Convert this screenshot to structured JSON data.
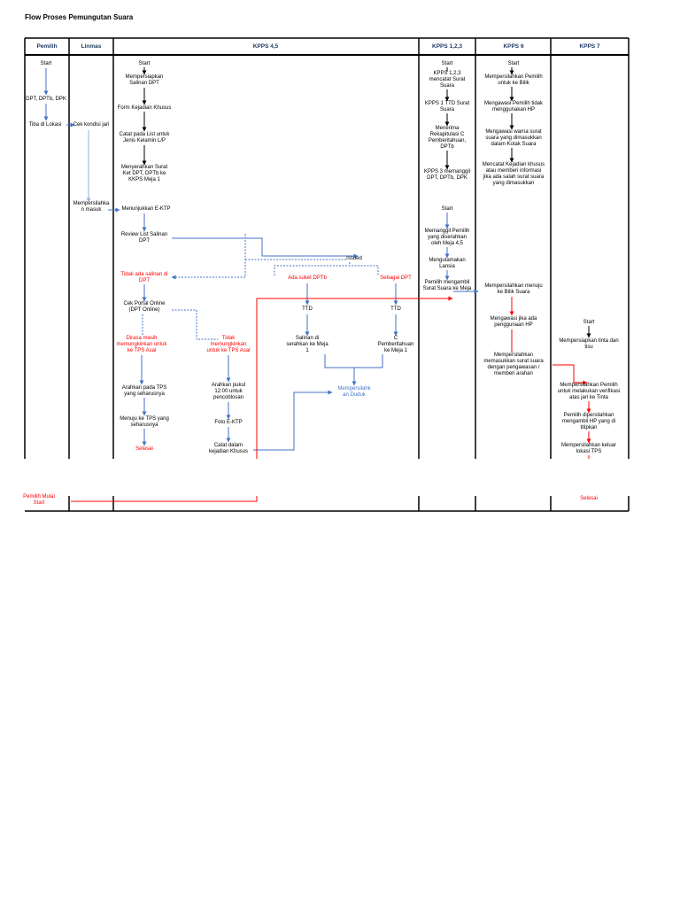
{
  "title": "Flow Proses Pemungutan Suara",
  "lanes": {
    "pemilih": "Pemilih",
    "linmas": "Linmas",
    "kpps45": "KPPS 4,5",
    "kpps123": "KPPS 1,2,3",
    "kpps6": "KPPS 6",
    "kpps7": "KPPS 7"
  },
  "colors": {
    "header_text": "#1f3864",
    "flow_blue": "#4472c4",
    "flow_light_blue": "#8eb4e3",
    "flow_red": "#ff0000",
    "grid": "#000000"
  },
  "pemilih": {
    "start": "Start",
    "dpt": "DPT, DPTb, DPK",
    "tiba": "Tiba di Lokasi",
    "mulai": "Pemilih Mulai\nStart"
  },
  "linmas": {
    "cek_jari": "Cek kondisi jari",
    "masuk": "Mempersilahka\nn masuk"
  },
  "kpps45": {
    "start": "Start",
    "siapkan_salinan": "Mempersiapkan\nSalinan DPT",
    "form_khusus": "Form Kejadian Khusus",
    "catat_list": "Catat pada List untuk\nJenis Kelamin L/P",
    "serahkan_surat": "Menyerahkan Surat\nKet DPT, DPTb ke\nKKPS Meja 1",
    "tunjukkan_ektp": "Menunjukkan E-KTP",
    "review_list": "Review List Salinan\nDPT",
    "issued": "Issued",
    "tidak_ada_salinan": "Tidak ada salinan di\nDPT",
    "ada_suket": "Ada suket DPTb",
    "sebagai_dpt": "Sebagai DPT",
    "cek_portal": "Cek Portal Online\n(DPT Online)",
    "ttd_suket": "TTD",
    "ttd_dpt": "TTD",
    "masih_memungkinkan": "Dirasa masih\nmemungkinkan untuk\nke TPS Asal",
    "tidak_memungkinkan": "Tidak\nmemungkinkan\nuntuk ke TPS Asal",
    "salinan_meja1": "Salinan di\nserahkan ke Meja\n1",
    "c_pemberitahuan": "C\nPemberitahuan\nke Meja 1",
    "duduk": "Mempersilahk\nan Duduk",
    "arahkan_tps": "Arahkan pada TPS\nyang seharusnya",
    "arahkan_pukul": "Arahkan pukul\n12:00 untuk\npencoblosan",
    "menuju_tps": "Menuju ke TPS yang\nseharusnya",
    "foto_ektp": "Foto E-KTP",
    "selesai": "Selesai",
    "catat_khusus": "Catat dalam\nkejadian Khusus"
  },
  "kpps123": {
    "start": "Start",
    "catat_surat": "KPPS 1,2,3\nmencatat Surat\nSuara",
    "ttd_surat": "KPPS 1 TTD Surat\nSuara",
    "rekap": "Menerima\nRekapitulasi C\nPemberitahuan,\nDPTb",
    "panggil_dpt": "KPPS 3 memanggil\nDPT, DPTb, DPK",
    "start2": "Start",
    "panggil_pemilih": "Memanggil Pemilih\nyang diserahkan\noleh Meja 4,5",
    "lansia": "Mengutamakan\nLansia",
    "ambil_surat": "Pemilih mengambil\nSurat Suara ke Meja"
  },
  "kpps6": {
    "start": "Start",
    "ke_bilik": "Mempersilahkan Pemilih\nuntuk ke Bilik",
    "awasi_hp": "Mengawasi Pemilih tidak\nmenggunakan HP",
    "awasi_warna": "Mengawasi warna surat\nsuara yang dimasukkan\ndalam Kotak Suara",
    "catat_kejadian": "Mencatat Kejadian khusus\natau memberi informasi\njika ada salah surat suara\nyang dimasukkan",
    "menuju_bilik": "Mempersilahkan menuju\nke Bilik Suara",
    "awasi_jika_hp": "Mengawasi jika ada\npenggunaan HP",
    "masukkan_surat": "Mempersilahkan\nmemasukkan surat suara\ndengan pengawasan /\nmemberi arahan"
  },
  "kpps7": {
    "start": "Start",
    "tinta": "Mempersiapkan tinta dan\ntisu",
    "verifikasi": "Mempersilahkan Pemilih\nuntuk melakukan verifikasi\natas jari ke Tinta",
    "ambil_hp": "Pemilih dipersilahkan\nmengambil HP yang di\ntitipkan",
    "keluar": "Mempersilahkan keluar\nlokasi TPS",
    "selesai": "Selesai"
  }
}
